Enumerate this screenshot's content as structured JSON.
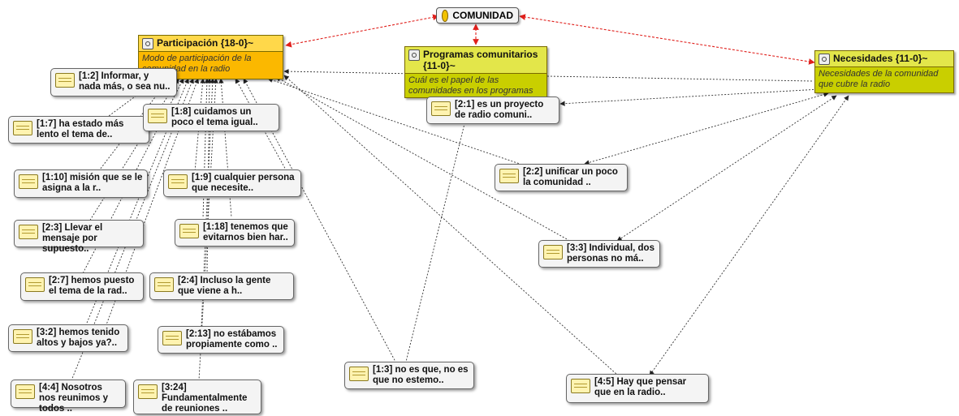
{
  "family": {
    "label": "COMUNIDAD"
  },
  "codes": {
    "participacion": {
      "label": "Participación {18-0}~",
      "comment": "Modo de participación de la comunidad en la radio"
    },
    "programas": {
      "label": "Programas comunitarios {11-0}~",
      "comment": "Cuál es el papel de las comunidades en los programas"
    },
    "necesidades": {
      "label": "Necesidades {11-0}~",
      "comment": "Necesidades de la comunidad que cubre la radio"
    }
  },
  "quotes": {
    "q1_2": "[1:2] Informar, y nada más, o sea nu..",
    "q1_7": "[1:7] ha estado más lento el tema de..",
    "q1_8": "[1:8] cuidamos un poco el tema igual..",
    "q1_10": "[1:10] misión que se le asigna a la r..",
    "q1_9": "[1:9] cualquier persona que necesite..",
    "q1_18": "[1:18] tenemos que evitarnos bien har..",
    "q2_3": "[2:3] Llevar el mensaje por supuesto..",
    "q2_7": "[2:7] hemos puesto el tema de la rad..",
    "q2_4": "[2:4] Incluso la gente que viene a h..",
    "q3_2": "[3:2] hemos tenido altos y bajos ya?..",
    "q2_13": "[2:13] no estábamos propiamente como ..",
    "q4_4": "[4:4] Nosotros nos reunimos y todos ..",
    "q3_24": "[3:24] Fundamentalmente de reuniones ..",
    "q2_1": "[2:1] es un proyecto de radio comuni..",
    "q2_2": "[2:2] unificar un poco la comunidad ..",
    "q3_3": "[3:3] Individual, dos personas no má..",
    "q1_3": "[1:3] no es que, no es que no estemo..",
    "q4_5": "[4:5] Hay que pensar que en la radio.."
  },
  "colors": {
    "family_link": "#e0201c",
    "link": "#333333"
  }
}
